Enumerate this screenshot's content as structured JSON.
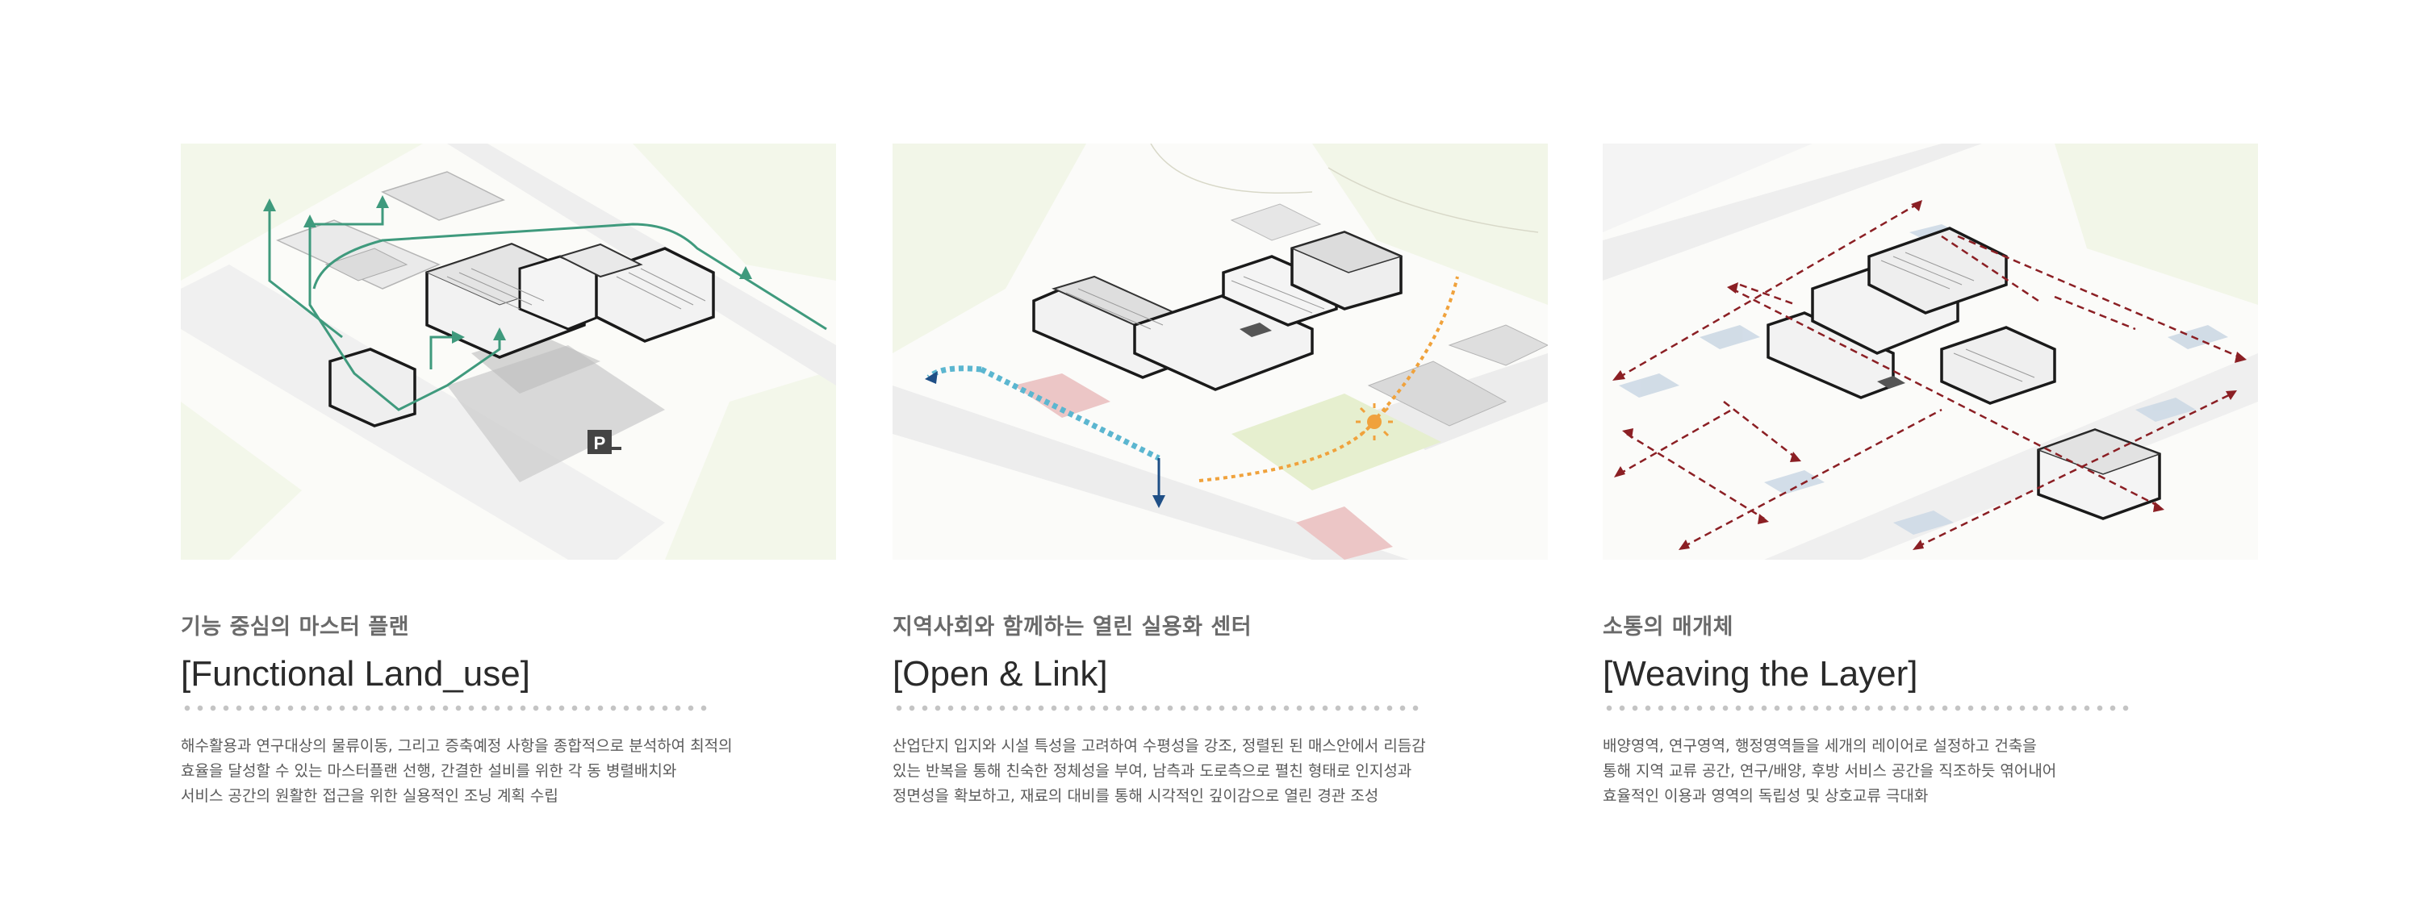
{
  "panels": [
    {
      "subtitle": "기능 중심의 마스터 플랜",
      "title": "[Functional Land_use]",
      "lines": [
        "해수활용과 연구대상의 물류이동, 그리고 증축예정 사항을 종합적으로 분석하여 최적의",
        "효율을 달성할 수 있는 마스터플랜 선행, 간결한 설비를 위한 각 동 병렬배치와",
        "서비스 공간의 원활한 접근을 위한 실용적인 조닝 계획 수립"
      ],
      "parking_label": "P"
    },
    {
      "subtitle": "지역사회와 함께하는 열린 실용화 센터",
      "title": "[Open & Link]",
      "lines": [
        "산업단지 입지와 시설 특성을 고려하여 수평성을 강조, 정렬된 된 매스안에서 리듬감",
        "있는 반복을 통해 친숙한 정체성을 부여, 남측과 도로측으로 펼친 형태로 인지성과",
        "정면성을 확보하고, 재료의 대비를 통해 시각적인 깊이감으로 열린 경관 조성"
      ]
    },
    {
      "subtitle": "소통의 매개체",
      "title": "[Weaving the Layer]",
      "lines": [
        "배양영역, 연구영역, 행정영역들을 세개의 레이어로 설정하고 건축을",
        "통해 지역 교류 공간, 연구/배양, 후방 서비스 공간을 직조하듯 엮어내어",
        "효율적인 이용과 영역의 독립성 및 상호교류 극대화"
      ]
    }
  ],
  "colors": {
    "flow_green": "#3f9a7d",
    "link_blue": "#5bb6d0",
    "sun_orange": "#f0a23c",
    "weave_red": "#8b1f24"
  }
}
